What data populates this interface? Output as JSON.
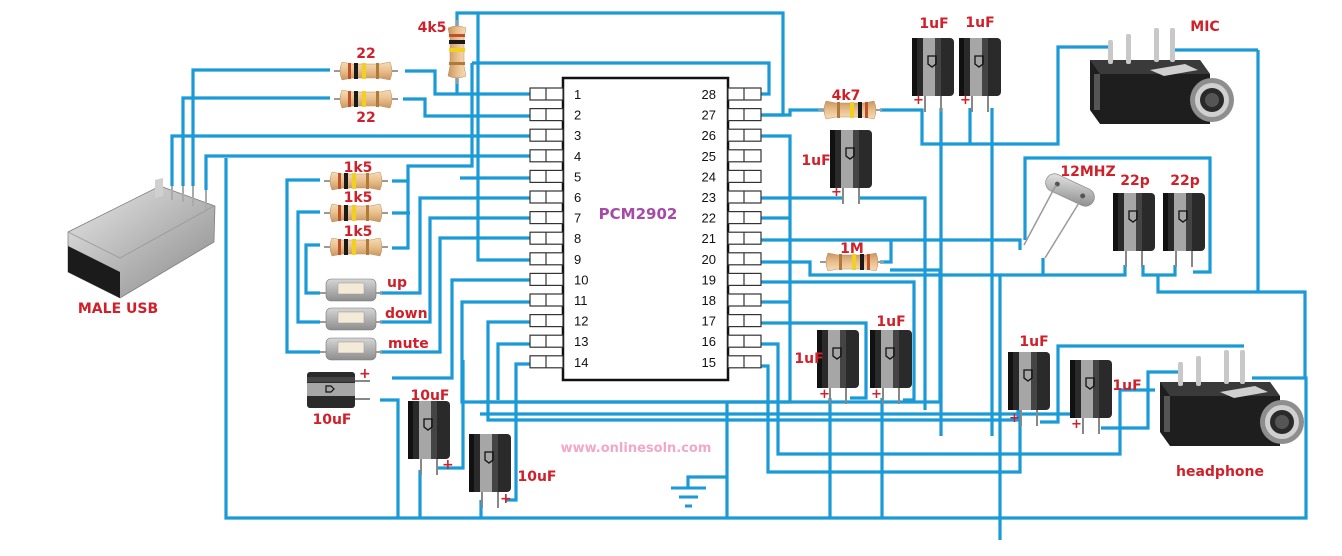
{
  "title": "PCM2902 USB audio codec wiring diagram",
  "colors": {
    "wire": "#1a9ad6",
    "label": "#d0202a",
    "chip_label": "#a54aa8",
    "watermark": "#f2a8c6"
  },
  "chip": {
    "name": "PCM2902",
    "left_pins": [
      "1",
      "2",
      "3",
      "4",
      "5",
      "6",
      "7",
      "8",
      "9",
      "10",
      "11",
      "12",
      "13",
      "14"
    ],
    "right_pins": [
      "28",
      "27",
      "26",
      "25",
      "24",
      "23",
      "22",
      "21",
      "20",
      "19",
      "18",
      "17",
      "16",
      "15"
    ]
  },
  "components": {
    "usb": {
      "label": "MALE USB"
    },
    "r_22_top": {
      "label": "22"
    },
    "r_22_bottom": {
      "label": "22"
    },
    "r_4k5": {
      "label": "4k5"
    },
    "r_1k5_a": {
      "label": "1k5"
    },
    "r_1k5_b": {
      "label": "1k5"
    },
    "r_1k5_c": {
      "label": "1k5"
    },
    "btn_up": {
      "label": "up"
    },
    "btn_down": {
      "label": "down"
    },
    "btn_mute": {
      "label": "mute"
    },
    "c_10uf_horiz": {
      "label": "10uF",
      "plus": "+"
    },
    "c_10uf_a": {
      "label": "10uF",
      "plus": "+"
    },
    "c_10uf_b": {
      "label": "10uF",
      "plus": "+"
    },
    "r_4k7": {
      "label": "4k7"
    },
    "c_1uf_top1": {
      "label": "1uF",
      "plus": "+"
    },
    "c_1uf_top2": {
      "label": "1uF",
      "plus": "+"
    },
    "c_1uf_mid": {
      "label": "1uF",
      "plus": "+"
    },
    "r_1m": {
      "label": "1M"
    },
    "c_1uf_low1": {
      "label": "1uF",
      "plus": "+"
    },
    "c_1uf_low2": {
      "label": "1uF",
      "plus": "+"
    },
    "crystal": {
      "label": "12MHZ"
    },
    "c_22p_a": {
      "label": "22p"
    },
    "c_22p_b": {
      "label": "22p"
    },
    "mic_jack": {
      "label": "MIC"
    },
    "c_1uf_hp1": {
      "label": "1uF",
      "plus": "+"
    },
    "c_1uf_hp2": {
      "label": "1uF",
      "plus": "+"
    },
    "hp_jack": {
      "label": "headphone"
    }
  },
  "watermark": "www.onlinesoln.com"
}
